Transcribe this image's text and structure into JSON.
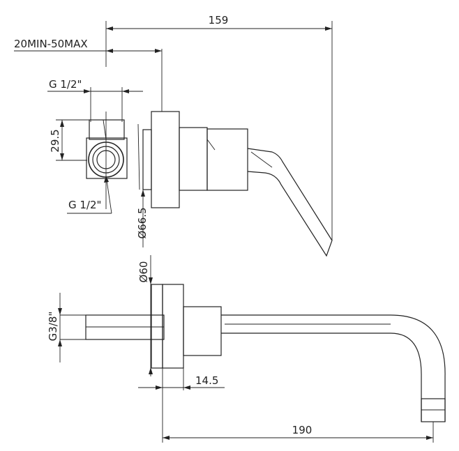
{
  "dimensions": {
    "top_width": "159",
    "depth_range": "20MIN-50MAX",
    "inlet_top_thread": "G 1/2\"",
    "inlet_spacing": "29.5",
    "inlet_bottom_thread": "G 1/2\"",
    "plate_diameter_top": "Ø66.5",
    "plate_diameter_bottom": "Ø60",
    "outlet_thread": "G3/8\"",
    "plate_thickness": "14.5",
    "spout_reach": "190"
  }
}
